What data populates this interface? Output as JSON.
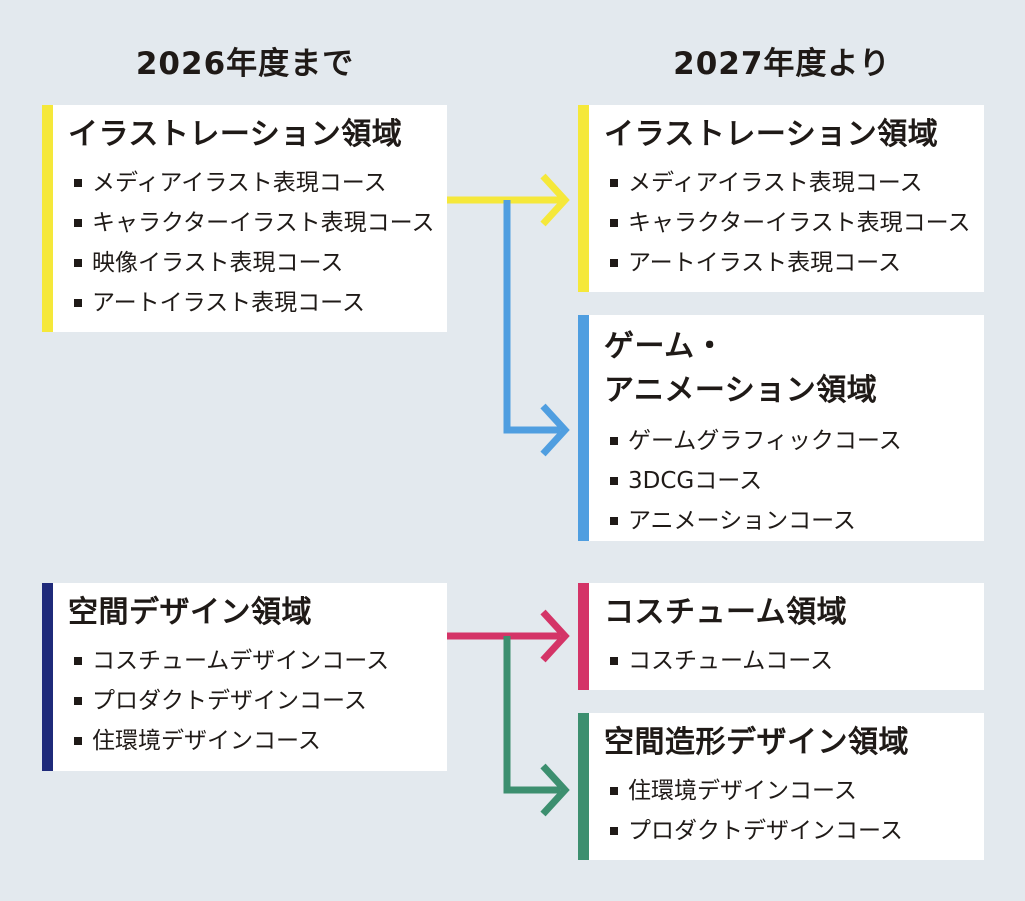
{
  "headings": {
    "left": "2026年度まで",
    "right": "2027年度より"
  },
  "colors": {
    "illustration": "#f5e83a",
    "game_animation": "#4f9ee0",
    "space_design": "#1f2a7a",
    "costume": "#d43467",
    "spatial_form": "#3c8f6f",
    "background": "#e3e9ee"
  },
  "old": {
    "illustration": {
      "title": "イラストレーション領域",
      "courses": [
        "メディアイラスト表現コース",
        "キャラクターイラスト表現コース",
        "映像イラスト表現コース",
        "アートイラスト表現コース"
      ]
    },
    "space": {
      "title": "空間デザイン領域",
      "courses": [
        "コスチュームデザインコース",
        "プロダクトデザインコース",
        "住環境デザインコース"
      ]
    }
  },
  "new": {
    "illustration": {
      "title": "イラストレーション領域",
      "courses": [
        "メディアイラスト表現コース",
        "キャラクターイラスト表現コース",
        "アートイラスト表現コース"
      ]
    },
    "game": {
      "title_line1": "ゲーム・",
      "title_line2": "アニメーション領域",
      "courses": [
        "ゲームグラフィックコース",
        "3DCGコース",
        "アニメーションコース"
      ]
    },
    "costume": {
      "title": "コスチューム領域",
      "courses": [
        "コスチュームコース"
      ]
    },
    "spatial": {
      "title": "空間造形デザイン領域",
      "courses": [
        "住環境デザインコース",
        "プロダクトデザインコース"
      ]
    }
  }
}
